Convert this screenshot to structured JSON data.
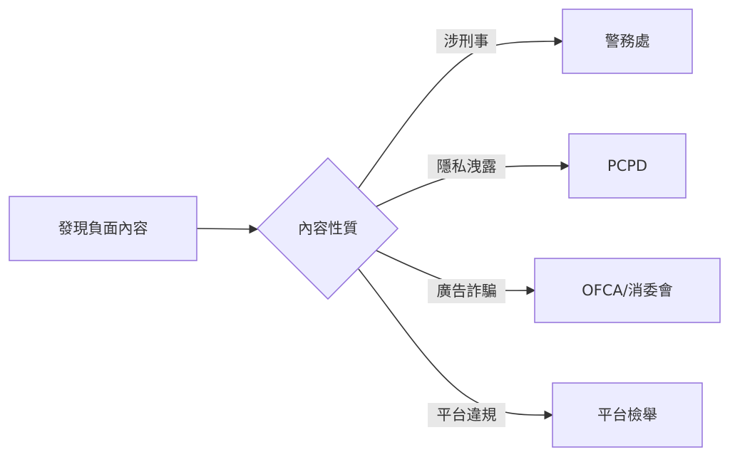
{
  "nodes": {
    "start": "發現負面內容",
    "decision": "內容性質",
    "police": "警務處",
    "pcpd": "PCPD",
    "ofca": "OFCA/消委會",
    "platform": "平台檢舉"
  },
  "edges": {
    "criminal": "涉刑事",
    "privacy": "隱私洩露",
    "ad_fraud": "廣告詐騙",
    "platform_violation": "平台違規"
  },
  "colors": {
    "node_fill": "#ECECFF",
    "node_stroke": "#9370DB",
    "edge": "#333333",
    "label_bg": "#E8E8E8"
  }
}
